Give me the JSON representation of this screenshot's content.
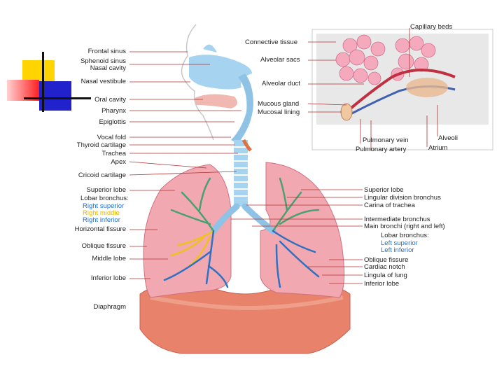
{
  "left_labels": [
    {
      "text": "Frontal sinus"
    },
    {
      "text": "Sphenoid sinus"
    },
    {
      "text": "Nasal cavity"
    },
    {
      "text": "Nasal vestibule"
    },
    {
      "text": "Oral cavity"
    },
    {
      "text": "Pharynx"
    },
    {
      "text": "Epiglottis"
    },
    {
      "text": "Vocal fold"
    },
    {
      "text": "Thyroid cartilage"
    },
    {
      "text": "Trachea"
    },
    {
      "text": "Apex"
    },
    {
      "text": "Cricoid cartilage"
    },
    {
      "text": "Superior lobe"
    },
    {
      "text": "Lobar bronchus:"
    },
    {
      "text": "Right superior",
      "color": "#1f6fd1"
    },
    {
      "text": "Right middle",
      "color": "#e8b800"
    },
    {
      "text": "Right inferior",
      "color": "#1f6fd1"
    },
    {
      "text": "Horizontal fissure"
    },
    {
      "text": "Oblique fissure"
    },
    {
      "text": "Middle lobe"
    },
    {
      "text": "Inferior lobe"
    },
    {
      "text": "Diaphragm"
    }
  ],
  "inset_labels": [
    {
      "text": "Connective tissue"
    },
    {
      "text": "Alveolar sacs"
    },
    {
      "text": "Alveolar duct"
    },
    {
      "text": "Mucous gland"
    },
    {
      "text": "Mucosal lining"
    },
    {
      "text": "Capillary beds"
    },
    {
      "text": "Pulmonary vein"
    },
    {
      "text": "Pulmonary artery"
    },
    {
      "text": "Alveoli"
    },
    {
      "text": "Atrium"
    }
  ],
  "right_labels": [
    {
      "text": "Superior lobe"
    },
    {
      "text": "Lingular division bronchus"
    },
    {
      "text": "Carina of trachea"
    },
    {
      "text": "Intermediate bronchus"
    },
    {
      "text": "Main bronchi (right and left)"
    },
    {
      "text": "Lobar bronchus:"
    },
    {
      "text": "Left superior",
      "color": "#1f6fd1"
    },
    {
      "text": "Left inferior",
      "color": "#1f6fd1"
    },
    {
      "text": "Oblique fissure"
    },
    {
      "text": "Cardiac notch"
    },
    {
      "text": "Lingula of lung"
    },
    {
      "text": "Inferior lobe"
    }
  ],
  "colors": {
    "leader": "#b03030",
    "lung": "#f2a8b0",
    "diaphragm": "#e8826a",
    "airway": "#a6d4f0",
    "alveoli": "#f5a9bd"
  }
}
